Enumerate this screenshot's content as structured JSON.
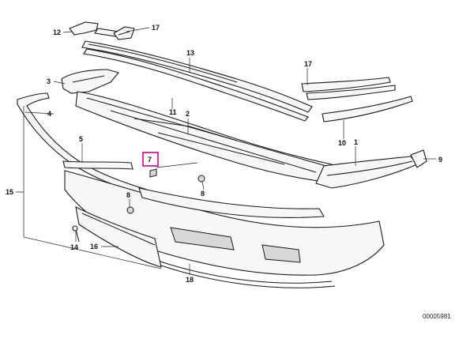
{
  "diagram": {
    "callouts": {
      "c1": "1",
      "c2": "2",
      "c3": "3",
      "c4": "4",
      "c5": "5",
      "c7": "7",
      "c8a": "8",
      "c8b": "8",
      "c9": "9",
      "c10": "10",
      "c11": "11",
      "c12": "12",
      "c13": "13",
      "c14": "14",
      "c15": "15",
      "c16": "16",
      "c17a": "17",
      "c17b": "17",
      "c18": "18"
    },
    "highlighted_callout": "7",
    "highlight_color": "#d0008a",
    "document_number": "00005981"
  }
}
